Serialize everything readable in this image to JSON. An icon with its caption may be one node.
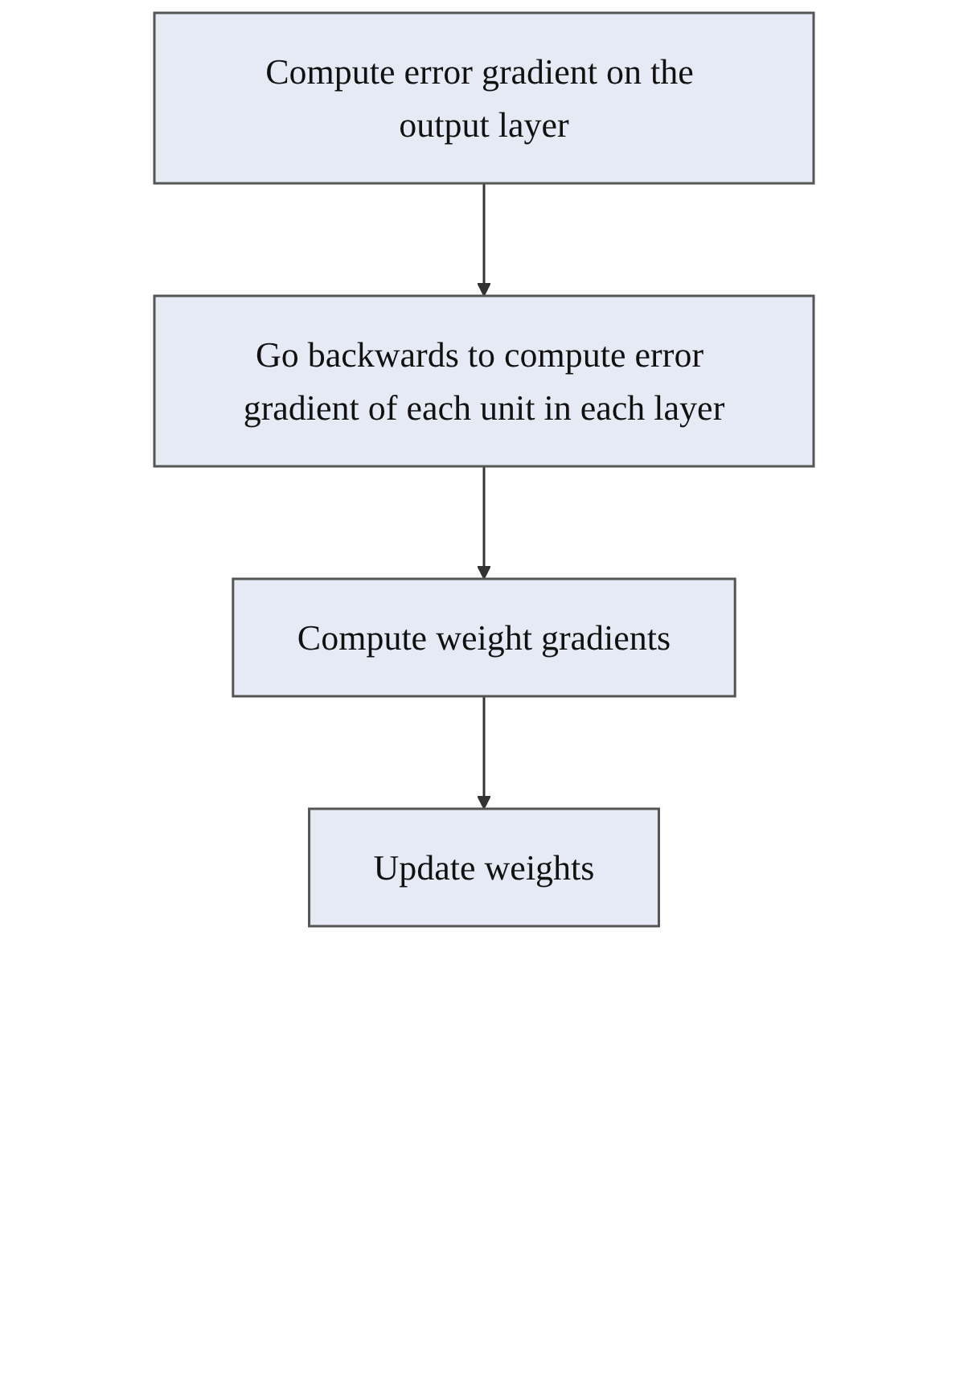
{
  "diagram": {
    "nodes": [
      {
        "text": [
          "Compute error gradient on the output layer"
        ]
      },
      {
        "text": [
          "Go backwards to compute error gradient of each unit in each layer"
        ]
      },
      {
        "text": [
          "Compute weight gradients"
        ]
      },
      {
        "text": [
          "Update weights"
        ]
      }
    ],
    "edges": [
      {
        "from": 0,
        "to": 1,
        "arrow": "to"
      },
      {
        "from": 1,
        "to": 2,
        "arrow": "to"
      },
      {
        "from": 2,
        "to": 3,
        "arrow": "to"
      }
    ]
  }
}
